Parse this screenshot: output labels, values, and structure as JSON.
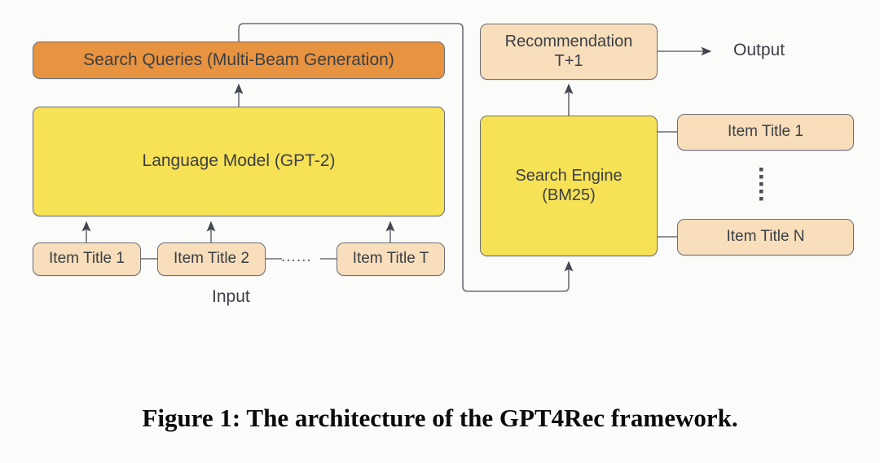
{
  "figure": {
    "caption": "Figure 1: The architecture of the GPT4Rec framework.",
    "colors": {
      "orange": "#e8933f",
      "yellow": "#f7e154",
      "tan": "#f8debb",
      "stroke": "#6b6f75",
      "text": "#3b3f45",
      "background": "#fbfbfa"
    }
  },
  "nodes": {
    "search_queries": "Search Queries (Multi-Beam Generation)",
    "language_model": "Language Model (GPT-2)",
    "item_1": "Item Title 1",
    "item_2": "Item Title 2",
    "item_t": "Item Title T",
    "recommendation": "Recommendation\nT+1",
    "search_engine": "Search Engine\n(BM25)",
    "result_1": "Item Title 1",
    "result_n": "Item Title N"
  },
  "labels": {
    "input": "Input",
    "output": "Output",
    "horizontal_ellipsis": "......"
  },
  "icons": {
    "vertical_ellipsis": "vertical-dots-icon"
  }
}
